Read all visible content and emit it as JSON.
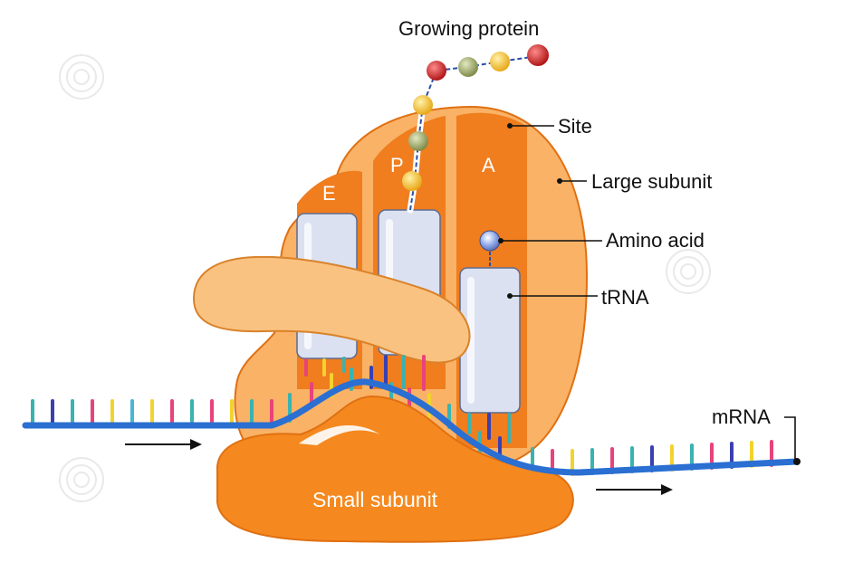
{
  "labels": {
    "growing_protein": "Growing protein",
    "site": "Site",
    "large_subunit": "Large subunit",
    "amino_acid": "Amino acid",
    "trna": "tRNA",
    "mrna": "mRNA",
    "small_subunit": "Small subunit"
  },
  "sites": {
    "e": "E",
    "p": "P",
    "a": "A"
  },
  "colors": {
    "large_subunit_light": "#f9b266",
    "site_dark": "#f07d1e",
    "small_subunit": "#f5891f",
    "cap": "#f9c281",
    "trna": "#dbe1f0",
    "mrna_backbone": "#2a6fd1",
    "nucleotides": [
      "#3ab3b0",
      "#3b3fb0",
      "#e8437a",
      "#f2d32e",
      "#49b6d4"
    ],
    "protein_beads": [
      "#d12424",
      "#8f9e5b",
      "#f2c433",
      "#d12424"
    ],
    "amino_acid": "#8fa9e8"
  },
  "icons": {
    "direction": "arrow-right-icon",
    "watermark": "spiral-watermark-icon"
  }
}
